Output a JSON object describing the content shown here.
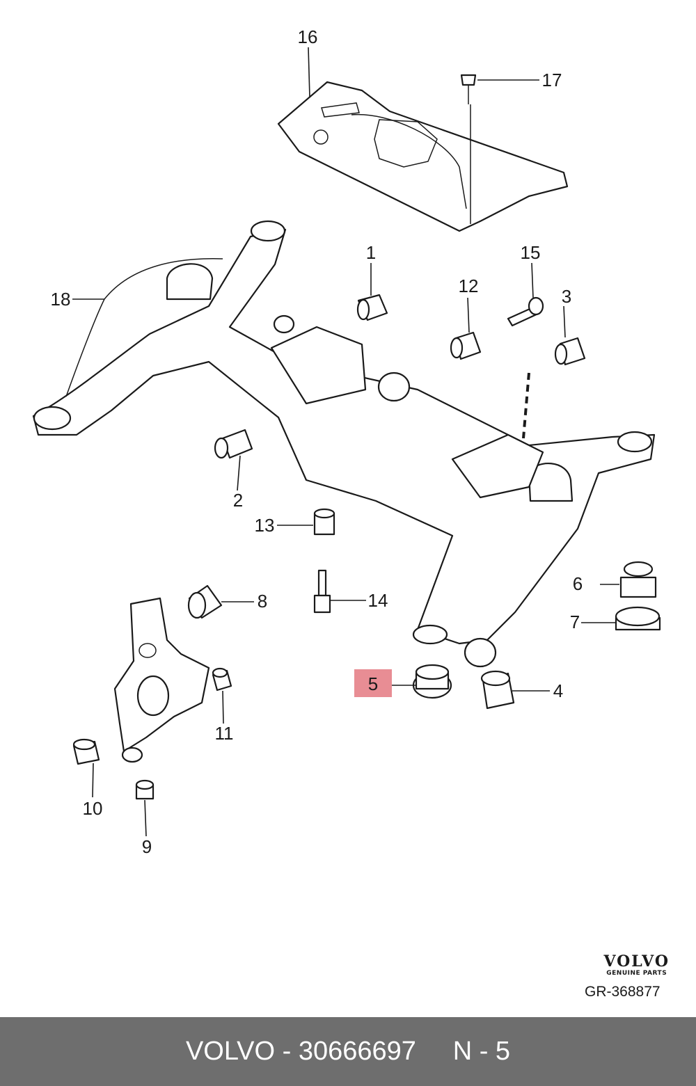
{
  "callouts": [
    "1",
    "2",
    "3",
    "4",
    "5",
    "6",
    "7",
    "8",
    "9",
    "10",
    "11",
    "12",
    "13",
    "14",
    "15",
    "16",
    "17",
    "18"
  ],
  "highlighted_callout": "5",
  "highlight_color": "#e88d94",
  "brand": {
    "logo": "VOLVO",
    "subtitle": "GENUINE PARTS"
  },
  "drawing_ref": "GR-368877",
  "footer": {
    "text": "VOLVO - 30666697     N - 5",
    "background": "#6e6e6e"
  }
}
